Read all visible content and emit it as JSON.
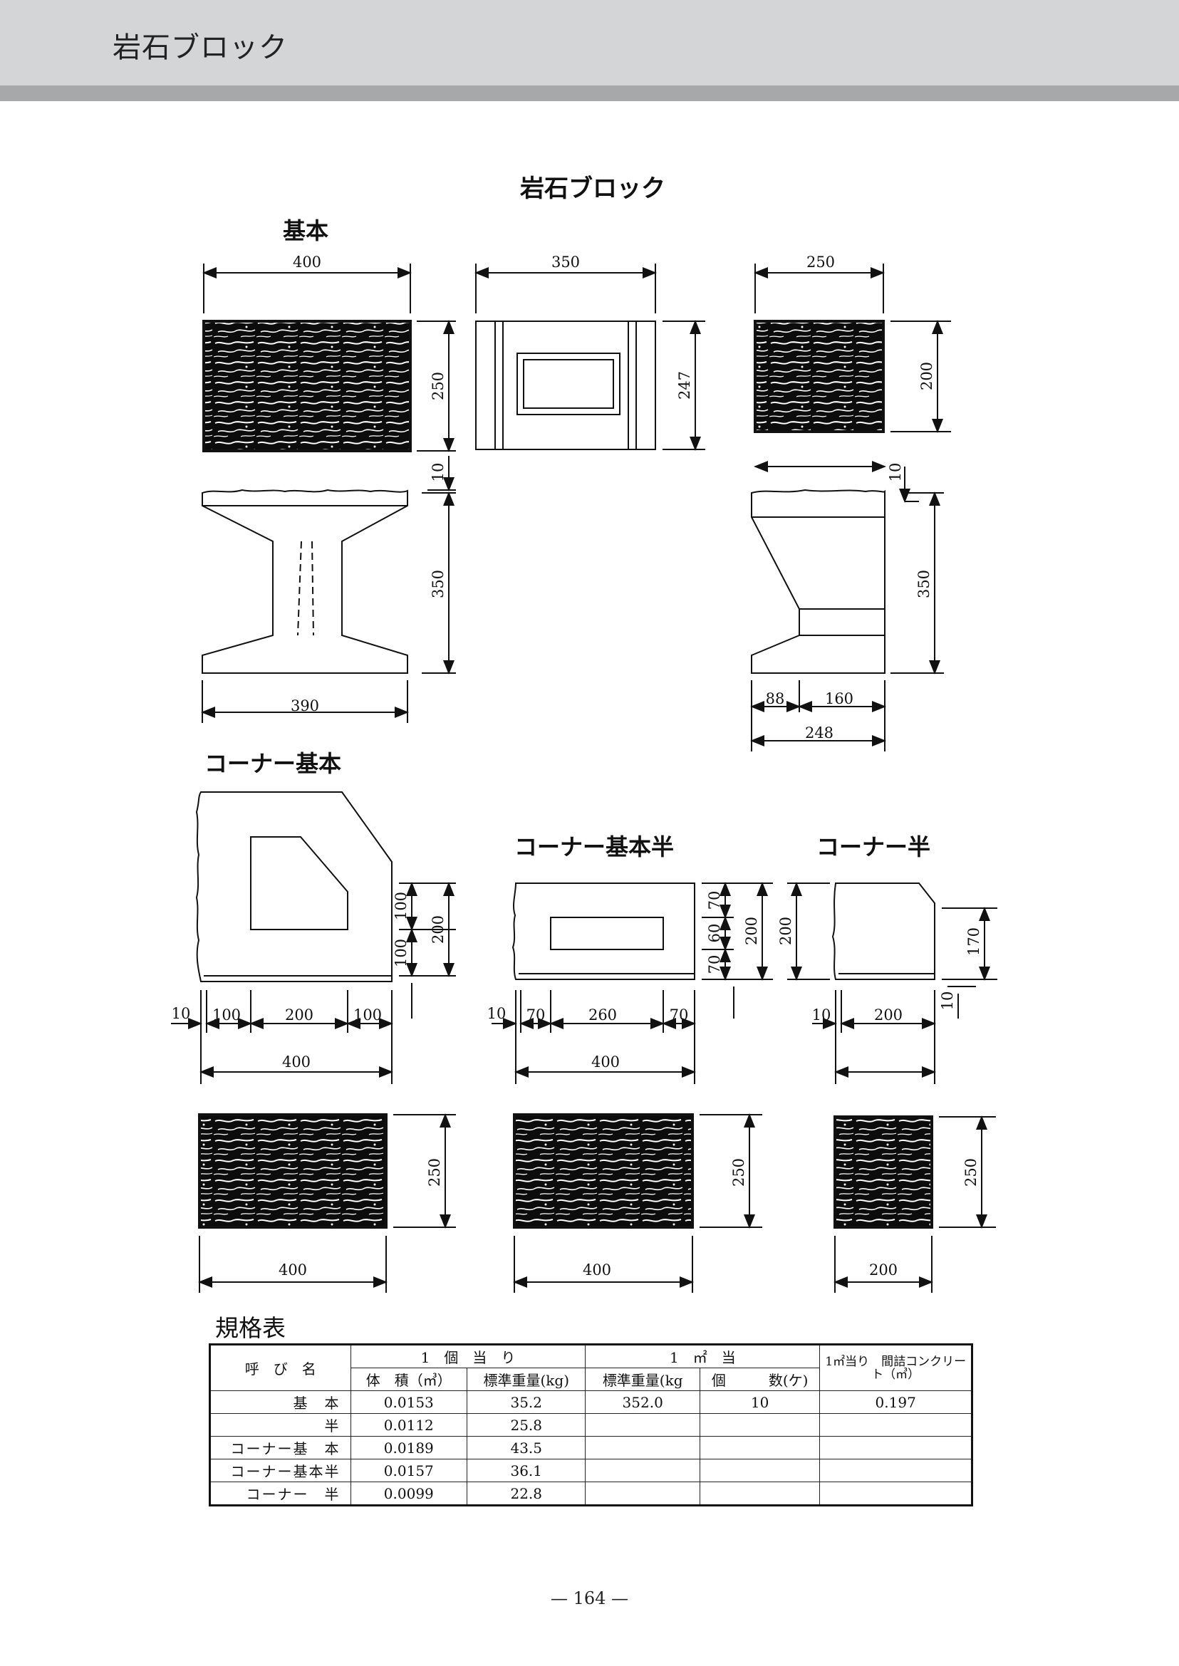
{
  "header": {
    "title": "岩石ブロック"
  },
  "drawing": {
    "main_title": "岩石ブロック",
    "sections": {
      "basic": "基本",
      "corner_basic": "コーナー基本",
      "corner_basic_half": "コーナー基本半",
      "corner_half": "コーナー半"
    },
    "dims": {
      "b_face_w": "400",
      "b_face_h": "250",
      "b_gap": "10",
      "b_body_h": "350",
      "b_base_w": "390",
      "b_top_w": "350",
      "b_top_h": "247",
      "b_side_w": "250",
      "b_side_h": "200",
      "b_side_gap": "10",
      "b_side_body": "350",
      "b_side_a": "88",
      "b_side_b": "160",
      "b_side_total": "248",
      "c_gap": "10",
      "c_a": "100",
      "c_b": "200",
      "c_c": "100",
      "c_total": "400",
      "c_r1": "100",
      "c_r2": "100",
      "c_rt": "200",
      "h_gap": "10",
      "h_a": "70",
      "h_b": "260",
      "h_c": "70",
      "h_total": "400",
      "h_r1": "70",
      "h_r2": "60",
      "h_r3": "70",
      "h_rt": "200",
      "q_gap": "10",
      "q_w": "200",
      "q_h": "200",
      "q_r": "170",
      "q_rgap": "10",
      "f1_w": "400",
      "f1_h": "250",
      "f2_w": "400",
      "f2_h": "250",
      "f3_w": "200",
      "f3_h": "250"
    }
  },
  "spec": {
    "title": "規格表",
    "headers": {
      "name": "呼　び　名",
      "per_piece": "1　個　当　り",
      "per_m2": "1　㎡　当",
      "fill": "1㎡当り　間詰コンクリート（㎥）",
      "volume": "体　積（㎥）",
      "weight": "標準重量(kg)",
      "weight_m2": "標準重量(kg",
      "count": "個　　　数(ケ)"
    },
    "rows": [
      {
        "name": "基　本",
        "volume": "0.0153",
        "weight": "35.2",
        "weight_m2": "352.0",
        "count": "10",
        "fill": "0.197"
      },
      {
        "name": "半",
        "volume": "0.0112",
        "weight": "25.8",
        "weight_m2": "",
        "count": "",
        "fill": ""
      },
      {
        "name": "コーナー基　本",
        "volume": "0.0189",
        "weight": "43.5",
        "weight_m2": "",
        "count": "",
        "fill": ""
      },
      {
        "name": "コーナー基本半",
        "volume": "0.0157",
        "weight": "36.1",
        "weight_m2": "",
        "count": "",
        "fill": ""
      },
      {
        "name": "コーナー　半",
        "volume": "0.0099",
        "weight": "22.8",
        "weight_m2": "",
        "count": "",
        "fill": ""
      }
    ]
  },
  "footer": {
    "page": "— 164 —"
  }
}
